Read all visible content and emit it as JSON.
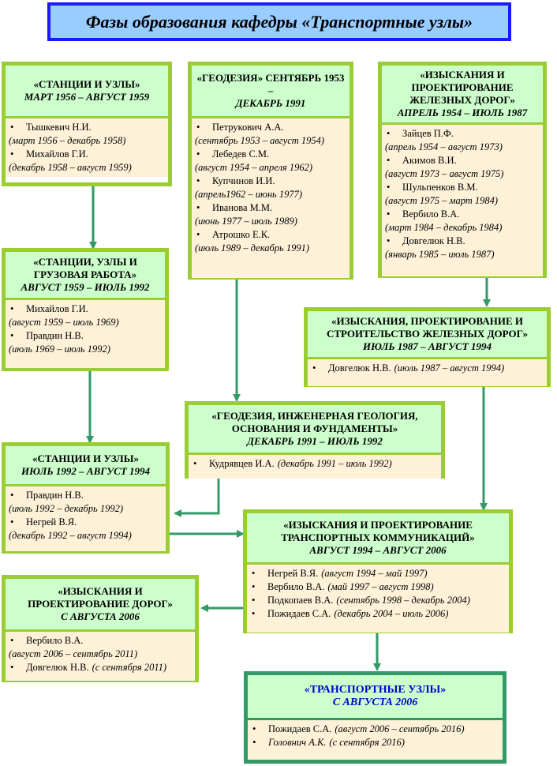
{
  "title": "Фазы образования кафедры «Транспортные узлы»",
  "colors": {
    "border": "#9acd32",
    "header_bg": "#ccffcc",
    "body_bg": "#fdf1d8",
    "arrow": "#339966",
    "title_bg": "#99ccff",
    "title_border": "#1a1aff"
  },
  "boxes": [
    {
      "name": "«СТАНЦИИ И УЗЛЫ»",
      "period": "МАРТ 1956 – АВГУСТ 1959",
      "people": [
        {
          "n": "Тышкевич Н.И.",
          "p": "(март 1956 – декабрь 1958)"
        },
        {
          "n": "Михайлов Г.И.",
          "p": "(декабрь 1958 – август 1959)"
        }
      ]
    },
    {
      "name": "«ГЕОДЕЗИЯ» СЕНТЯБРЬ 1953 –",
      "period": "ДЕКАБРЬ 1991",
      "people": [
        {
          "n": "Петрукович А.А.",
          "p": "(сентябрь 1953 – август 1954)"
        },
        {
          "n": "Лебедев С.М.",
          "p": "(август 1954 – апреля 1962)"
        },
        {
          "n": "Купчинов И.И.",
          "p": "(апрель1962 – июнь 1977)"
        },
        {
          "n": "Иванова М.М.",
          "p": "(июнь 1977 – июль 1989)"
        },
        {
          "n": "Атрошко Е.К.",
          "p": "(июль 1989 – декабрь 1991)"
        }
      ]
    },
    {
      "name": "«ИЗЫСКАНИЯ И ПРОЕКТИРОВАНИЕ ЖЕЛЕЗНЫХ ДОРОГ»",
      "period": "АПРЕЛЬ 1954 – ИЮЛЬ 1987",
      "people": [
        {
          "n": "Зайцев П.Ф.",
          "p": "(апрель 1954 – август 1973)"
        },
        {
          "n": "Акимов В.И.",
          "p": "(август 1973 – август 1975)"
        },
        {
          "n": "Шульпенков В.М.",
          "p": "(август 1975 – март 1984)"
        },
        {
          "n": "Вербило В.А.",
          "p": "(март 1984 – декабрь 1984)"
        },
        {
          "n": "Довгелюк Н.В.",
          "p": "(январь 1985 – июль 1987)"
        }
      ]
    },
    {
      "name": "«СТАНЦИИ, УЗЛЫ И ГРУЗОВАЯ РАБОТА»",
      "period": "АВГУСТ 1959 – ИЮЛЬ 1992",
      "people": [
        {
          "n": "Михайлов Г.И.",
          "p": "(август 1959 – июль 1969)"
        },
        {
          "n": "Правдин Н.В.",
          "p": "(июль 1969 – июль 1992)"
        }
      ]
    },
    {
      "name": "«ИЗЫСКАНИЯ, ПРОЕКТИРОВАНИЕ И СТРОИТЕЛЬСТВО ЖЕЛЕЗНЫХ ДОРОГ»",
      "period": "ИЮЛЬ 1987 – АВГУСТ 1994",
      "people": [
        {
          "n": "Довгелюк Н.В.",
          "p": "(июль 1987 – август 1994)"
        }
      ]
    },
    {
      "name": "«ГЕОДЕЗИЯ, ИНЖЕНЕРНАЯ ГЕОЛОГИЯ, ОСНОВАНИЯ И ФУНДАМЕНТЫ»",
      "period": "ДЕКАБРЬ 1991 – ИЮЛЬ 1992",
      "people": [
        {
          "n": "Кудрявцев И.А.",
          "p": "(декабрь 1991 – июль 1992)"
        }
      ]
    },
    {
      "name": "«СТАНЦИИ И УЗЛЫ»",
      "period": "ИЮЛЬ 1992 – АВГУСТ 1994",
      "people": [
        {
          "n": "Правдин Н.В.",
          "p": "(июль 1992 – декабрь 1992)"
        },
        {
          "n": "Негрей В.Я.",
          "p": "(декабрь 1992 – август 1994)"
        }
      ]
    },
    {
      "name": "«ИЗЫСКАНИЯ И ПРОЕКТИРОВАНИЕ ТРАНСПОРТНЫХ КОММУНИКАЦИЙ»",
      "period": "АВГУСТ 1994 – АВГУСТ 2006",
      "people": [
        {
          "n": "Негрей В.Я.",
          "p": "(август 1994 – май 1997)"
        },
        {
          "n": "Вербило В.А.",
          "p": "(май 1997 – август 1998)"
        },
        {
          "n": "Подкопаев В.А.",
          "p": "(сентябрь 1998 – декабрь 2004)"
        },
        {
          "n": "Пожидаев С.А.",
          "p": "(декабрь 2004 – июль 2006)"
        }
      ]
    },
    {
      "name": "«ИЗЫСКАНИЯ И ПРОЕКТИРОВАНИЕ ДОРОГ»",
      "period": "С АВГУСТА 2006",
      "people": [
        {
          "n": "Вербило В.А.",
          "p": "(август 2006 – сентябрь 2011)"
        },
        {
          "n": "Довгелюк Н.В.",
          "p": "(с сентября 2011)"
        }
      ]
    },
    {
      "name": "«ТРАНСПОРТНЫЕ УЗЛЫ»",
      "period": "С АВГУСТА 2006",
      "people": [
        {
          "n": "Пожидаев С.А.",
          "p": "(август 2006 – сентябрь 2016)"
        },
        {
          "n": "Головнич А.К.",
          "p": "(с сентября 2016)"
        }
      ]
    }
  ]
}
